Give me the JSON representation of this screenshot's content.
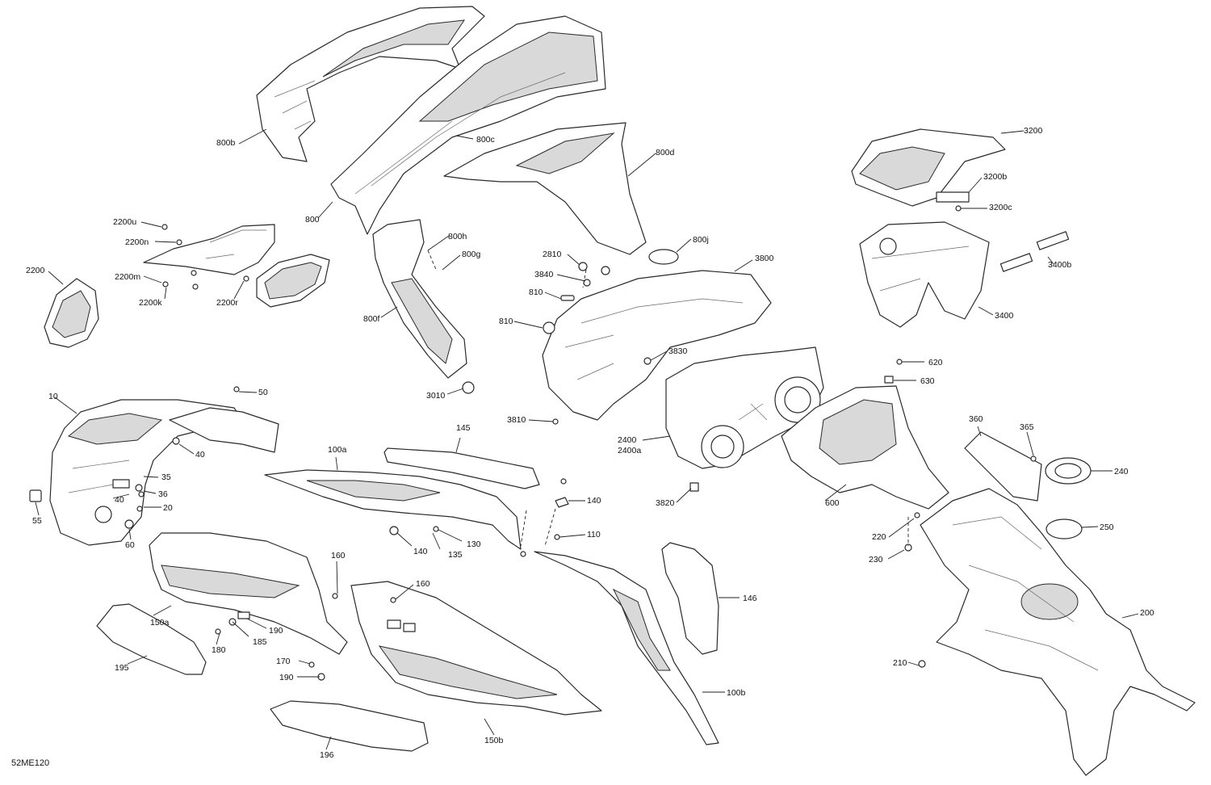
{
  "diagram": {
    "code": "52ME120",
    "labels": {
      "p800b": "800b",
      "p800c": "800c",
      "p800d": "800d",
      "p800": "800",
      "p800h": "800h",
      "p800g": "800g",
      "p800j": "800j",
      "p800f": "800f",
      "p2200u": "2200u",
      "p2200n": "2200n",
      "p2200": "2200",
      "p2200m": "2200m",
      "p2200k": "2200k",
      "p2200r": "2200r",
      "p2810": "2810",
      "p3840": "3840",
      "p810a": "810",
      "p810b": "810",
      "p3800": "3800",
      "p3830": "3830",
      "p3010": "3010",
      "p3810": "3810",
      "p2400": "2400",
      "p2400a": "2400a",
      "p3820": "3820",
      "p3200": "3200",
      "p3200b": "3200b",
      "p3200c": "3200c",
      "p3400b": "3400b",
      "p3400": "3400",
      "p620": "620",
      "p630": "630",
      "p600": "600",
      "p360": "360",
      "p365": "365",
      "p240": "240",
      "p250": "250",
      "p220": "220",
      "p230": "230",
      "p200": "200",
      "p210": "210",
      "p10": "10",
      "p50": "50",
      "p40a": "40",
      "p35": "35",
      "p36": "36",
      "p40b": "40",
      "p20": "20",
      "p55": "55",
      "p60": "60",
      "p145": "145",
      "p100a": "100a",
      "p140a": "140",
      "p140b": "140",
      "p130": "130",
      "p135": "135",
      "p110": "110",
      "p160a": "160",
      "p160b": "160",
      "p150a": "150a",
      "p190a": "190",
      "p185": "185",
      "p180": "180",
      "p170": "170",
      "p190b": "190",
      "p195": "195",
      "p146": "146",
      "p100b": "100b",
      "p150b": "150b",
      "p196": "196"
    }
  }
}
